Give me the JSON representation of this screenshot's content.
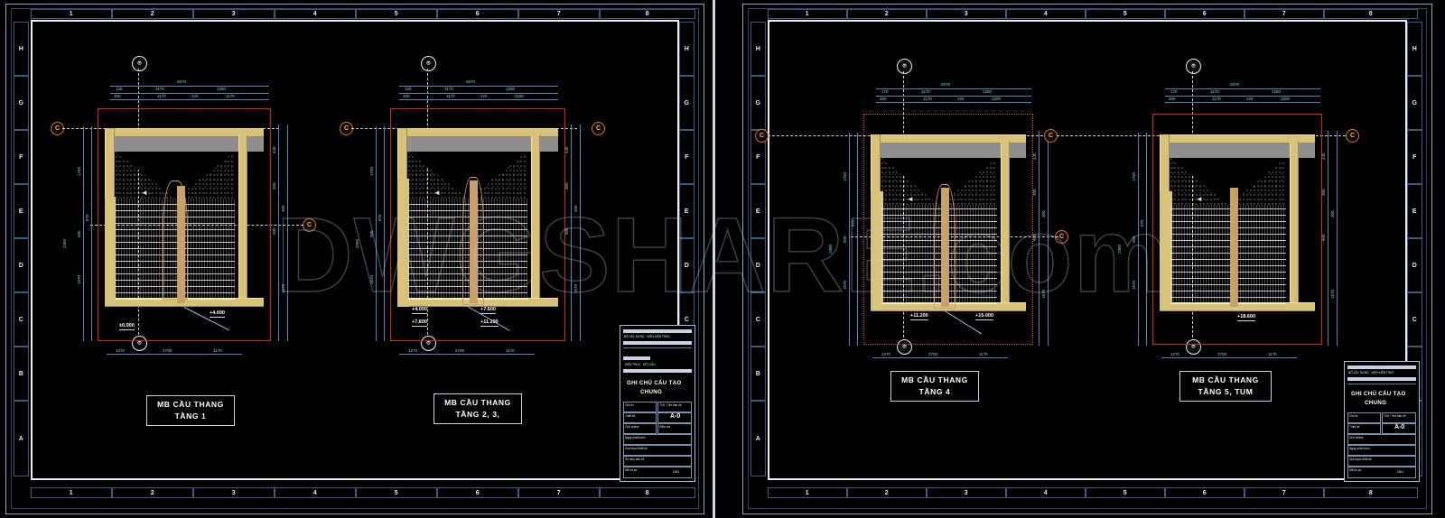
{
  "watermark": "DWGSHARE.com",
  "grid": {
    "rows": [
      "H",
      "G",
      "F",
      "E",
      "D",
      "C",
      "B",
      "A"
    ],
    "cols": [
      "1",
      "2",
      "3",
      "4",
      "5",
      "6",
      "7",
      "8"
    ]
  },
  "sheets": [
    {
      "id": "sheet-left",
      "plans": [
        {
          "id": "plan-tang-1",
          "title_line1": "MB CẦU THANG",
          "title_line2": "TẦNG 1",
          "axis_bubbles": [
            "C",
            "C"
          ],
          "north_marker": "north-arrow",
          "elevations": [
            "±0.000",
            "+4.000"
          ],
          "dims_top_upper": [
            "2670"
          ],
          "dims_top_mid": [
            "125",
            "1175",
            "1250"
          ],
          "dims_top_low": [
            "200",
            "1170",
            "220",
            "1170"
          ],
          "dims_bottom": [
            "1270",
            "2700",
            "1170"
          ],
          "dims_left": [
            "1750",
            "900",
            "1670",
            "870",
            "2360"
          ],
          "dims_right": [
            "440",
            "300",
            "900",
            "300",
            "1670"
          ]
        },
        {
          "id": "plan-tang-2-3",
          "title_line1": "MB CẦU THANG",
          "title_line2": "TẦNG 2, 3,",
          "axis_bubbles": [
            "C",
            "C"
          ],
          "north_marker": "north-arrow",
          "elevations": [
            "+4.000",
            "+7.600",
            "+7.600",
            "+11.200"
          ],
          "dims_top_upper": [
            "2670"
          ],
          "dims_top_mid": [
            "150",
            "1170",
            "1250"
          ],
          "dims_top_low": [
            "200",
            "1170",
            "220",
            "1100"
          ],
          "dims_bottom": [
            "1270",
            "2700",
            "1170"
          ],
          "dims_left": [
            "1750",
            "900",
            "1670",
            "870",
            "2360"
          ],
          "dims_right": [
            "440",
            "300",
            "900",
            "300",
            "1670"
          ]
        }
      ],
      "title_block": {
        "header_top": "BỘ XÂY DỰNG - VIỆN KIẾN TRÚC",
        "header_sub": "CÔNG TY CỔ PHẦN TƯ VẤN THIẾT KẾ",
        "section_label": "KIẾN TRÚC - KẾT CẤU",
        "drawing_title_line1": "GHI CHÚ CẤU TẠO",
        "drawing_title_line2": "CHUNG",
        "sheet_code": "A-0",
        "fields": [
          {
            "label": "Chủ trì",
            "value": ""
          },
          {
            "label": "Thiết kế",
            "value": ""
          },
          {
            "label": "Chủ nhiệm",
            "value": ""
          },
          {
            "label": "Kiểm tra",
            "value": ""
          },
          {
            "label": "Ngày phát hành",
            "value": ""
          },
          {
            "label": "Tỉ lệ / Tên bản vẽ",
            "value": "A-0"
          },
          {
            "label": "Giai đoạn thiết kế",
            "value": ""
          },
          {
            "label": "Số hiệu bản vẽ",
            "value": ""
          },
          {
            "label": "Mã hồ sơ",
            "value": "1001"
          }
        ]
      }
    },
    {
      "id": "sheet-right",
      "plans": [
        {
          "id": "plan-tang-4",
          "title_line1": "MB CẦU THANG",
          "title_line2": "TẦNG 4",
          "axis_bubbles": [
            "C",
            "C"
          ],
          "north_marker": "north-arrow",
          "elevations": [
            "+11.200",
            "+15.000"
          ],
          "dims_top_upper": [
            "2670"
          ],
          "dims_top_mid": [
            "170",
            "1170",
            "1250"
          ],
          "dims_top_low": [
            "200",
            "1170",
            "220",
            "1500"
          ],
          "dims_bottom": [
            "1270",
            "2700",
            "1170"
          ],
          "dims_left": [
            "1750",
            "900",
            "1670",
            "870",
            "2360"
          ],
          "dims_right": [
            "440",
            "300",
            "900",
            "300",
            "1670"
          ]
        },
        {
          "id": "plan-tang-5-tum",
          "title_line1": "MB CẦU THANG",
          "title_line2": "TẦNG 5, TUM",
          "axis_bubbles": [
            "C",
            "C"
          ],
          "north_marker": "north-arrow",
          "elevations": [
            "+18.600"
          ],
          "dims_top_upper": [
            "2670"
          ],
          "dims_top_mid": [
            "170",
            "1170",
            "1250"
          ],
          "dims_top_low": [
            "200",
            "1170",
            "220",
            "1500"
          ],
          "dims_bottom": [
            "1270",
            "2700",
            "1170"
          ],
          "dims_left": [
            "1750",
            "900",
            "1670",
            "870",
            "2360"
          ],
          "dims_right": [
            "440",
            "300",
            "900",
            "300",
            "1670"
          ]
        }
      ],
      "title_block": {
        "header_top": "BỘ XÂY DỰNG - VIỆN KIẾN TRÚC",
        "header_sub": "CÔNG TY CỔ PHẦN TƯ VẤN THIẾT KẾ",
        "section_label": "KIẾN TRÚC - KẾT CẤU",
        "drawing_title_line1": "GHI CHÚ CẤU TẠO",
        "drawing_title_line2": "CHUNG",
        "sheet_code": "A-0",
        "fields": [
          {
            "label": "Chủ trì",
            "value": ""
          },
          {
            "label": "Thiết kế",
            "value": ""
          },
          {
            "label": "Chủ nhiệm",
            "value": ""
          },
          {
            "label": "Kiểm tra",
            "value": ""
          },
          {
            "label": "Ngày phát hành",
            "value": ""
          },
          {
            "label": "Tỉ lệ / Tên bản vẽ",
            "value": "A-0"
          },
          {
            "label": "Giai đoạn thiết kế",
            "value": ""
          },
          {
            "label": "Số hiệu bản vẽ",
            "value": ""
          },
          {
            "label": "Mã hồ sơ",
            "value": "1001"
          }
        ]
      }
    }
  ],
  "colors": {
    "background": "#000000",
    "frame": "#e8edf6",
    "grid_border": "#3d5a86",
    "red_outline": "#e02020",
    "beam_yellow": "#d8c27a",
    "slab_gray": "#8e8e8e",
    "dimension_cyan": "#7fd6e0",
    "dimension_blue": "#5f7fbf",
    "bubble_orange": "#d4713a"
  }
}
